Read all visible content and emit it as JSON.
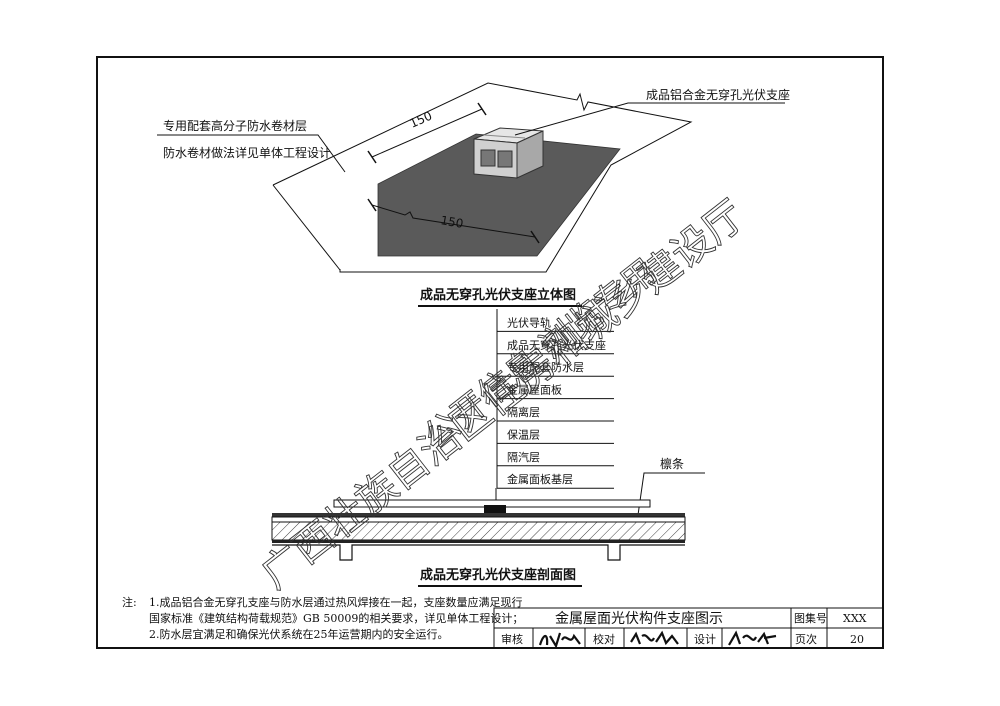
{
  "iso_view": {
    "callout_top": "成品铝合金无穿孔光伏支座",
    "callout_left_1": "专用配套高分子防水卷材层",
    "callout_left_2": "防水卷材做法详见单体工程设计",
    "dim_a": "150",
    "dim_b": "150",
    "caption": "成品无穿孔光伏支座立体图"
  },
  "section_view": {
    "layers": [
      "光伏导轨",
      "成品无穿孔光伏支座",
      "专用配套防水层",
      "金属屋面板",
      "隔离层",
      "保温层",
      "隔汽层",
      "金属面板基层"
    ],
    "purlin_label": "檩条",
    "caption": "成品无穿孔光伏支座剖面图"
  },
  "notes": {
    "prefix": "注:",
    "line1": "1.成品铝合金无穿孔支座与防水层通过热风焊接在一起，支座数量应满足现行",
    "line2": "国家标准《建筑结构荷载规范》GB 50009的相关要求，详见单体工程设计；",
    "line3": "2.防水层宜满足和确保光伏系统在25年运营期内的安全运行。"
  },
  "title_block": {
    "drawing_title": "金属屋面光伏构件支座图示",
    "atlas_label": "图集号",
    "atlas_value": "XXX",
    "review_label": "审核",
    "check_label": "校对",
    "design_label": "设计",
    "page_label": "页次",
    "page_value": "20"
  },
  "watermark": {
    "line1": "广西壮族自治区住房和城乡建设厅",
    "line2": "公开信息 浏览专用"
  }
}
